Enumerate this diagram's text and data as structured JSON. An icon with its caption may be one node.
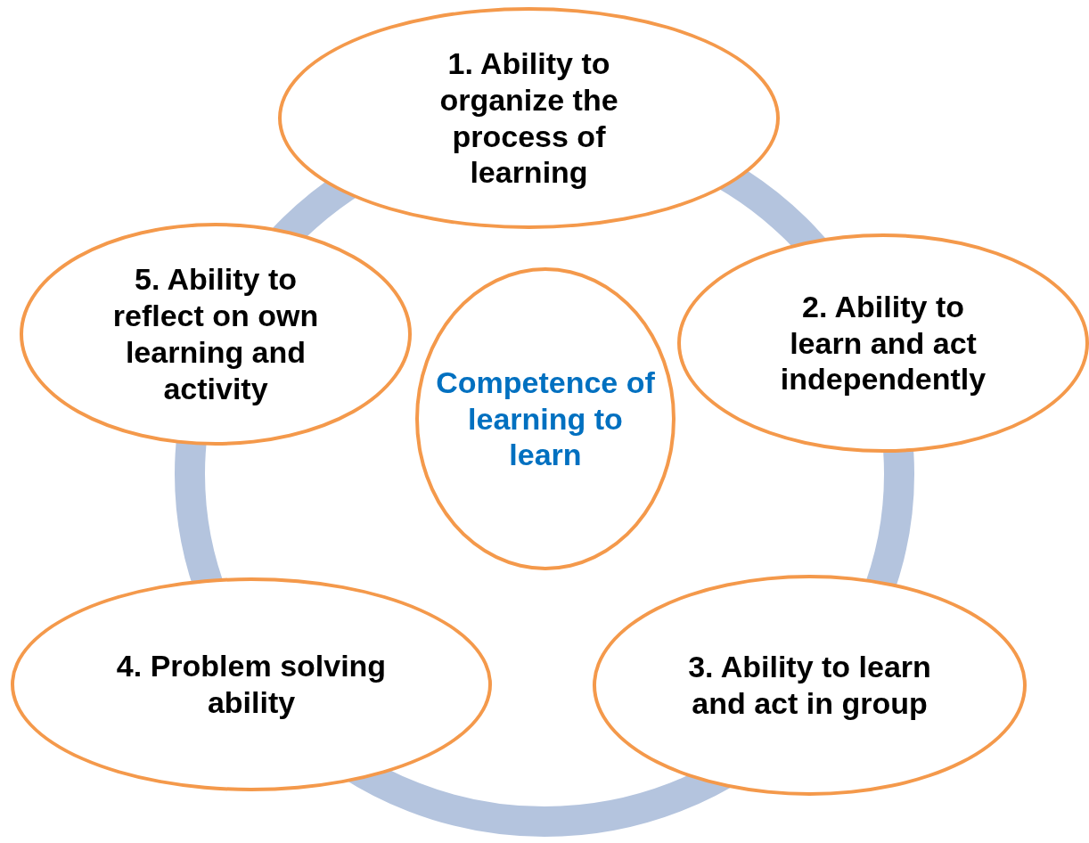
{
  "diagram": {
    "nodes": [
      {
        "text": [
          "Competence of learning to learn"
        ]
      },
      {
        "text": [
          "1. Ability to organize the process of learning"
        ]
      },
      {
        "text": [
          "2. Ability to learn and act independently"
        ]
      },
      {
        "text": [
          "3. Ability to learn and act in group"
        ]
      },
      {
        "text": [
          "4. Problem solving ability"
        ]
      },
      {
        "text": [
          "5. Ability to reflect on own learning and activity"
        ]
      }
    ]
  }
}
